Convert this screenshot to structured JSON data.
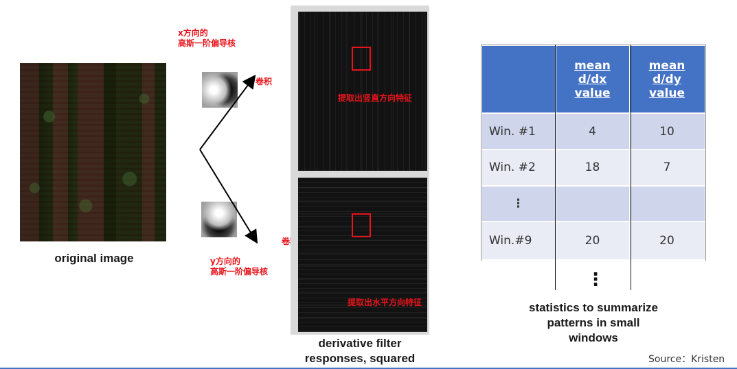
{
  "left_panel": {
    "caption": "original image"
  },
  "kernels": {
    "x_label_line1": "x方向的",
    "x_label_line2": "高斯一阶偏导核",
    "y_label_line1": "y方向的",
    "y_label_line2": "高斯一阶偏导核",
    "conv_label_top": "卷积",
    "conv_label_bottom": "卷积"
  },
  "middle_panel": {
    "top_annotation": "提取出竖直方向特征",
    "bottom_annotation": "提取出水平方向特征",
    "caption_line1": "derivative filter",
    "caption_line2": "responses, squared"
  },
  "stats_table": {
    "headers": [
      "",
      [
        "mean",
        "d/dx",
        "value"
      ],
      [
        "mean",
        "d/dy",
        "value"
      ]
    ],
    "rows": [
      {
        "label": "Win. #1",
        "dx": "4",
        "dy": "10"
      },
      {
        "label": "Win. #2",
        "dx": "18",
        "dy": "7"
      },
      {
        "label": "⋮",
        "dx": "",
        "dy": ""
      },
      {
        "label": "Win.#9",
        "dx": "20",
        "dy": "20"
      }
    ],
    "below_dots": "⋮",
    "caption_line1": "statistics to summarize",
    "caption_line2": "patterns in small",
    "caption_line3": "windows"
  },
  "source": "Source：Kristen",
  "colors": {
    "accent_red": "#e8141b",
    "header_blue": "#4472c4",
    "row_odd": "#cfd5ea",
    "row_even": "#e9ebf5"
  }
}
